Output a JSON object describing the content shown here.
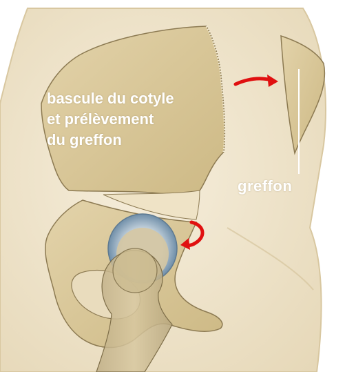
{
  "annotation": {
    "lines": [
      "bascule du cotyle",
      "et prélèvement",
      "du greffon"
    ]
  },
  "graft_label": "greffon",
  "colors": {
    "skin": "#f1e7d1",
    "bone": "#d9c79b",
    "bone_outline": "#8c7a52",
    "cartilage": "#9fb9cf",
    "arrow": "#e01010",
    "text": "#ffffff"
  }
}
